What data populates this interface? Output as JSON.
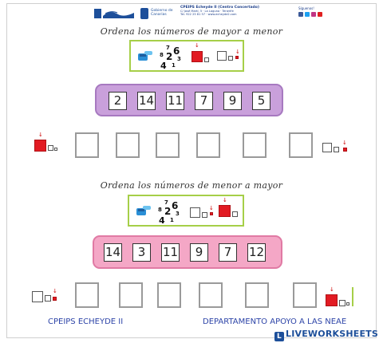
{
  "header": {
    "school_name": "CPEIPS Echeyde II (Centro Concertado)",
    "address_lines": [
      "C/ José Martí, 5 · La Laguna · Tenerife",
      "Tel. 922 25 81 57 · www.echeyde2.com"
    ],
    "gov_label": "Gobierno de Canarias",
    "social_label": "Síguenos!",
    "colors": {
      "brand": "#1d4f9a"
    }
  },
  "section1": {
    "instruction": "Ordena los números de mayor a menor",
    "numbers": [
      "2",
      "14",
      "11",
      "7",
      "9",
      "5"
    ],
    "band_color": "#c9a0db",
    "hint_digits": [
      "7",
      "8",
      "2",
      "6",
      "3",
      "4",
      "1"
    ]
  },
  "section2": {
    "instruction": "Ordena los números de menor a  mayor",
    "numbers": [
      "14",
      "3",
      "11",
      "9",
      "7",
      "12"
    ],
    "band_color": "#f4a7c6",
    "hint_digits": [
      "7",
      "8",
      "2",
      "6",
      "3",
      "4",
      "1"
    ]
  },
  "footer": {
    "left": "CPEIPS ECHEYDE II",
    "right": "DEPARTAMENTO APOYO A LAS NEAE",
    "watermark": "LIVEWORKSHEETS",
    "watermark_icon": "L"
  }
}
